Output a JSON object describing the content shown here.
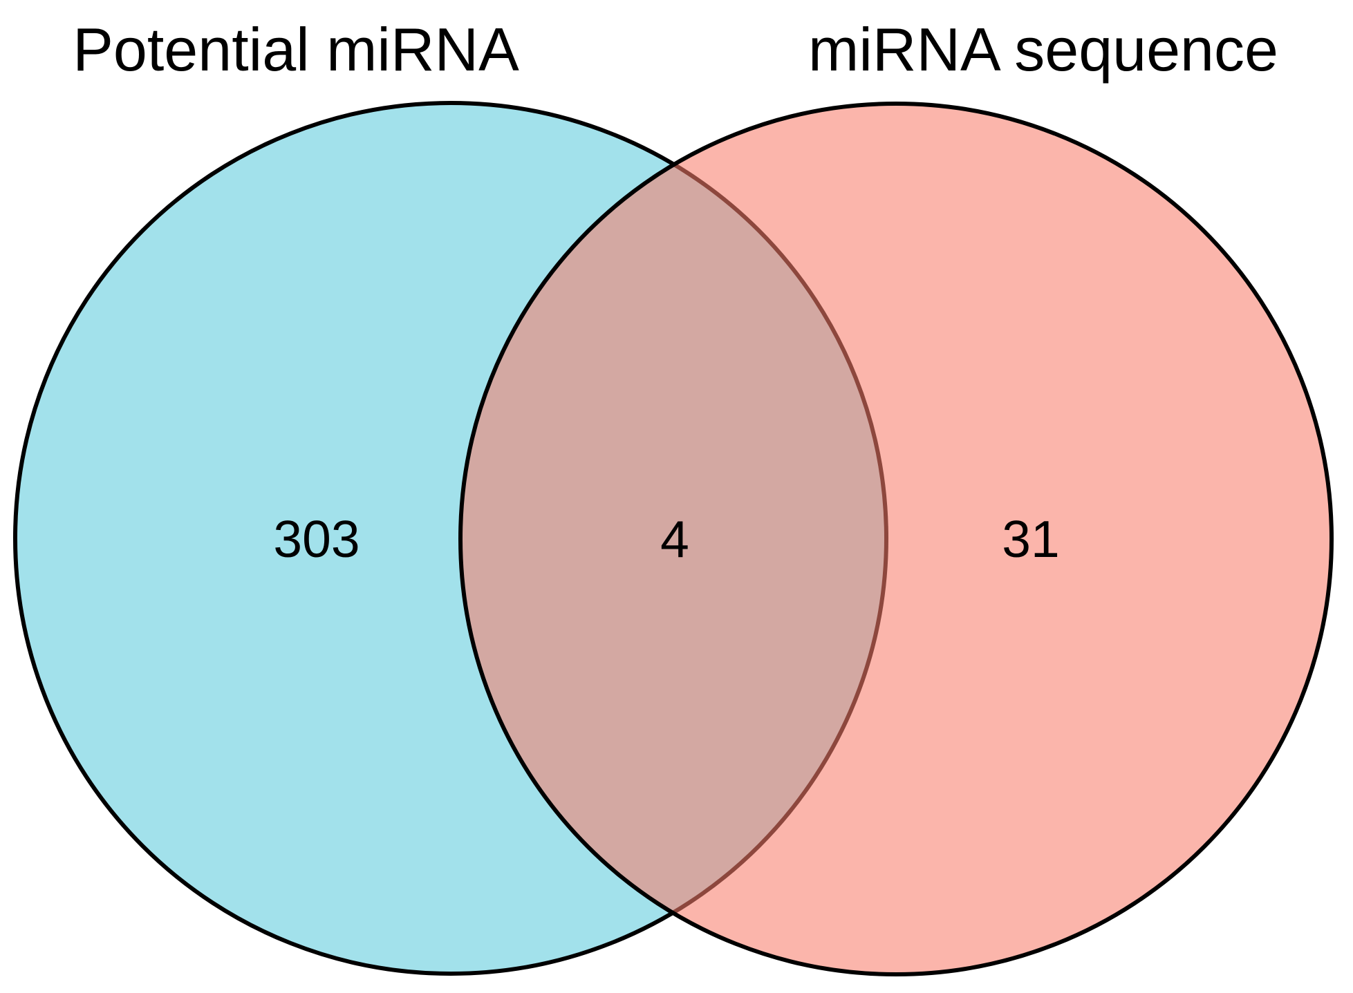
{
  "figure": {
    "background_color": "#ffffff",
    "text_color": "#000000"
  },
  "venn": {
    "left": {
      "label": "Potential miRNA",
      "only_count": "303",
      "fill_color": "#a2e1eb",
      "stroke_color": "#000000"
    },
    "right": {
      "label": "miRNA sequence",
      "only_count": "31",
      "fill_color": "#f87d6c",
      "fill_opacity": "0.57",
      "rendered_fill_over_white": "#fcb5ac",
      "stroke_color": "#000000"
    },
    "intersection": {
      "count": "4",
      "rendered_overlap_color": "#d2a4a3"
    }
  },
  "chart_data": {
    "type": "venn",
    "title": "",
    "sets": [
      {
        "label": "Potential miRNA",
        "color": "#a2e1eb"
      },
      {
        "label": "miRNA sequence",
        "color": "#fcb5ac"
      }
    ],
    "regions": {
      "left_only": 303,
      "intersection": 4,
      "right_only": 31
    },
    "legend_position": "labels above circles",
    "grid": false
  }
}
